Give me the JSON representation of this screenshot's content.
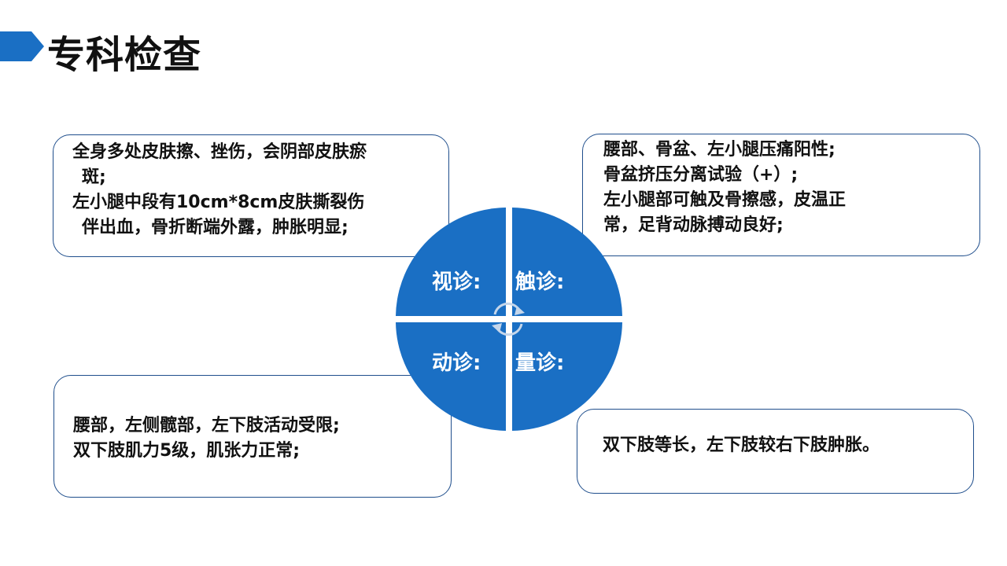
{
  "header": {
    "title": "专科检查"
  },
  "quadrants": {
    "visual": "视诊:",
    "touch": "触诊:",
    "motion": "动诊:",
    "measure": "量诊:"
  },
  "boxes": {
    "visual": {
      "lines": [
        "全身多处皮肤擦、挫伤，会阴部皮肤瘀",
        "斑;",
        "左小腿中段有10cm*8cm皮肤撕裂伤",
        "伴出血，骨折断端外露，肿胀明显;"
      ]
    },
    "touch": {
      "lines": [
        "腰部、骨盆、左小腿压痛阳性;",
        "骨盆挤压分离试验（+）;",
        "左小腿部可触及骨擦感，皮温正",
        "常，足背动脉搏动良好;"
      ]
    },
    "motion": {
      "lines": [
        "腰部，左侧髋部，左下肢活动受限;",
        "双下肢肌力5级，肌张力正常;"
      ]
    },
    "measure": {
      "lines": [
        "双下肢等长，左下肢较右下肢肿胀。"
      ]
    }
  },
  "colors": {
    "accent": "#1a6fc4",
    "border": "#1f4e8c",
    "text": "#111111",
    "icon": "#c5d6ea"
  }
}
